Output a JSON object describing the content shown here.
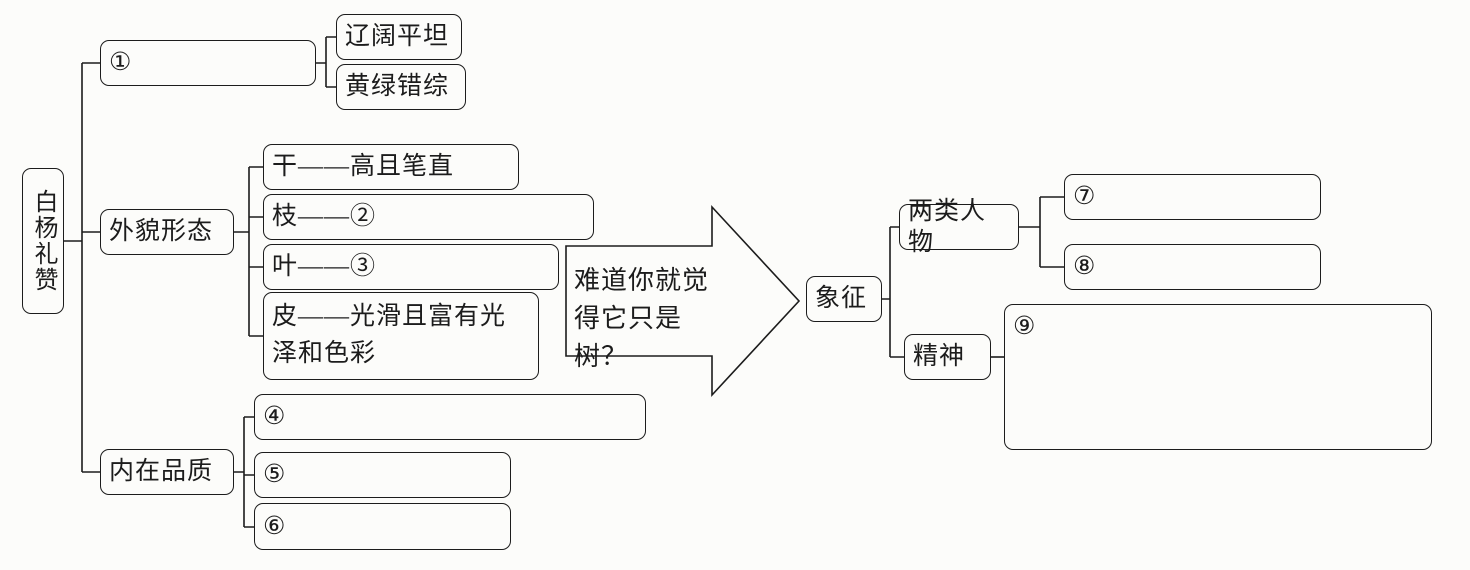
{
  "colors": {
    "ink": "#1c1c1c",
    "paper": "#fcfcfa"
  },
  "diagram": {
    "root": "白杨礼赞",
    "left": {
      "branch1": {
        "label": "①",
        "children": [
          "辽阔平坦",
          "黄绿错综"
        ]
      },
      "branch2": {
        "label": "外貌形态",
        "children": [
          "干——高且笔直",
          "枝——②",
          "叶——③",
          "皮——光滑且富有光泽和色彩"
        ]
      },
      "branch3": {
        "label": "内在品质",
        "children": [
          "④",
          "⑤",
          "⑥"
        ]
      }
    },
    "arrow": {
      "line1": "难道你就觉",
      "line2": "得它只是树？"
    },
    "right": {
      "root": "象征",
      "branch1": {
        "label": "两类人物",
        "children": [
          "⑦",
          "⑧"
        ]
      },
      "branch2": {
        "label": "精神",
        "children": [
          "⑨"
        ]
      }
    }
  }
}
